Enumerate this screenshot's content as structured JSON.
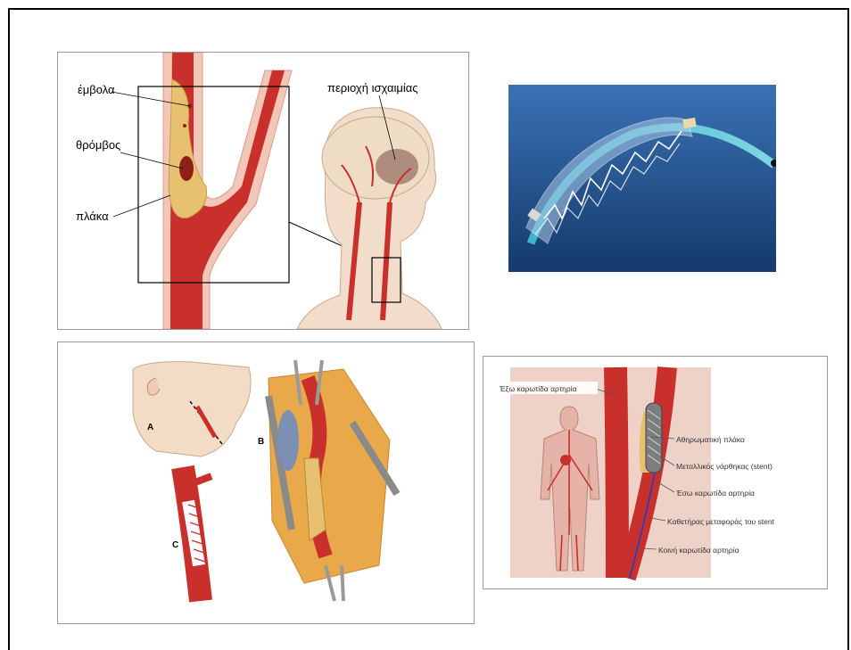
{
  "anatomy_panel": {
    "labels": {
      "emboli": "έμβολα",
      "thrombus": "θρόμβος",
      "plaque": "πλάκα",
      "ischemia_region": "περιοχή ισχαιμίας"
    }
  },
  "stent_panel": {},
  "surgery_panel": {
    "labels": {
      "a": "A",
      "b": "B",
      "c": "C"
    }
  },
  "stenting_panel": {
    "labels": {
      "external_carotid": "Έξω καρωτίδα αρτηρία",
      "atheromatous_plaque": "Αθηρωματική πλάκα",
      "metal_stent": "Μεταλλικός νάρθηκας (stent)",
      "internal_carotid": "Έσω καρωτίδα αρτηρία",
      "stent_catheter": "Καθετήρας μεταφοράς του stent",
      "common_carotid": "Κοινή καρωτίδα αρτηρία"
    }
  },
  "colors": {
    "artery_red": "#c9302c",
    "plaque_yellow": "#e8c170",
    "stent_blue_bg": "#1f4f8f",
    "frame_border": "#000000"
  }
}
